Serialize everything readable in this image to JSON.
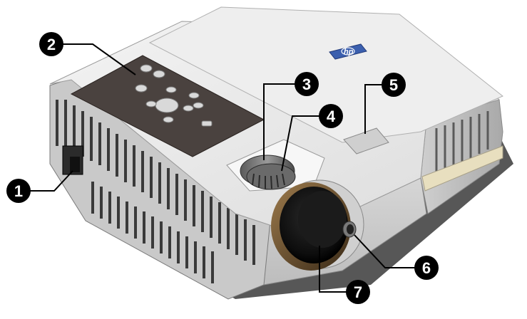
{
  "figure": {
    "subject": "projector",
    "brand_logo": "hp",
    "colors": {
      "body": "#e4e4e4",
      "control_panel": "#4a423f",
      "lens": "#141414",
      "logo": "#3b5fae",
      "callout": "#000000"
    },
    "callouts": [
      {
        "number": "1"
      },
      {
        "number": "2"
      },
      {
        "number": "3"
      },
      {
        "number": "4"
      },
      {
        "number": "5"
      },
      {
        "number": "6"
      },
      {
        "number": "7"
      }
    ]
  }
}
